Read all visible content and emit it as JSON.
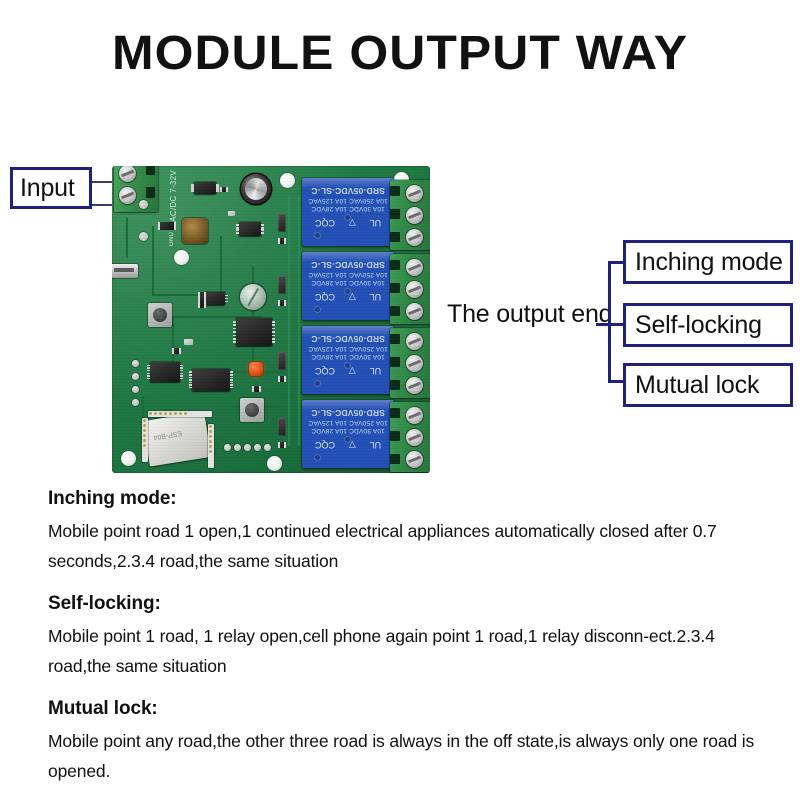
{
  "title": "MODULE OUTPUT WAY",
  "diagram": {
    "input_label": "Input",
    "output_end_label": "The output end",
    "output_modes": [
      {
        "label": "Inching mode"
      },
      {
        "label": "Self-locking"
      },
      {
        "label": "Mutual lock"
      }
    ],
    "board": {
      "silkscreen": {
        "power_in": "AC/DC 7-32V",
        "logic_in": "GND 5V"
      },
      "relay_part": "SRD-05VDC-SL-C",
      "relay_rating_line1": "10A 250VAC  10A 125VAC",
      "relay_rating_line2": "10A 30VDC  10A 28VDC",
      "relay_count": 4,
      "wifi_module": "ESP-B04",
      "accent_color": "#202080",
      "board_color": "#1c7340",
      "relay_color": "#2350b6"
    }
  },
  "sections": [
    {
      "heading": "Inching mode:",
      "body": "Mobile point road 1 open,1 continued electrical appliances automatically closed after 0.7 seconds,2.3.4 road,the same situation"
    },
    {
      "heading": "Self-locking:",
      "body": "Mobile point 1 road, 1 relay open,cell phone again point 1 road,1 relay disconn-ect.2.3.4 road,the same situation"
    },
    {
      "heading": "Mutual lock:",
      "body": "Mobile point any road,the other three road is always in the off state,is always only one road is opened."
    }
  ]
}
